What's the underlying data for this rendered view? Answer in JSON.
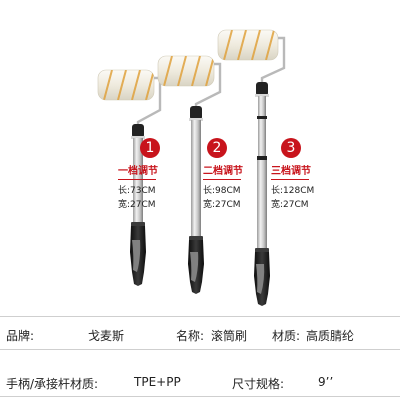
{
  "levels": [
    {
      "badge": "1",
      "title": "一档调节",
      "length": "长:73CM",
      "width": "宽:27CM"
    },
    {
      "badge": "2",
      "title": "二档调节",
      "length": "长:98CM",
      "width": "宽:27CM"
    },
    {
      "badge": "3",
      "title": "三档调节",
      "length": "长:128CM",
      "width": "宽:27CM"
    }
  ],
  "info": {
    "brand_label": "品牌:",
    "brand_value": "戈麦斯",
    "name_label": "名称:",
    "name_value": "滚筒刷",
    "material_label": "材质:",
    "material_value": "高质腈纶",
    "handle_label": "手柄/承接杆材质:",
    "handle_value": "TPE+PP",
    "size_label": "尺寸规格:",
    "size_value": "9’’"
  },
  "colors": {
    "accent_red": "#c8141c",
    "handle_black": "#1b1b1b",
    "grip_gray": "#8a8a8a",
    "roller_cream": "#f3f0e6",
    "roller_stripe": "#e0a13c"
  }
}
